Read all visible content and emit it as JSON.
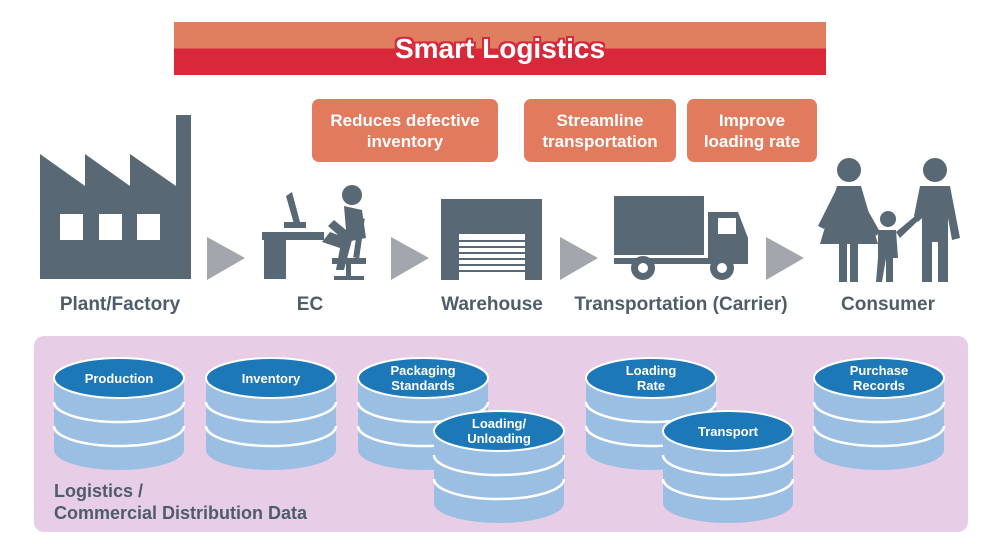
{
  "title": "Smart Logistics",
  "benefits": [
    {
      "text": "Reduces defective\ninventory"
    },
    {
      "text": "Streamline\ntransportation"
    },
    {
      "text": "Improve\nloading rate"
    }
  ],
  "stages": [
    {
      "label": "Plant/Factory",
      "icon": "factory-icon"
    },
    {
      "label": "EC",
      "icon": "person-at-computer-icon"
    },
    {
      "label": "Warehouse",
      "icon": "warehouse-icon"
    },
    {
      "label": "Transportation (Carrier)",
      "icon": "truck-icon"
    },
    {
      "label": "Consumer",
      "icon": "family-icon"
    }
  ],
  "data_panel": {
    "title": "Logistics /\nCommercial Distribution Data",
    "databases": [
      {
        "label": "Production"
      },
      {
        "label": "Inventory"
      },
      {
        "label": "Packaging\nStandards"
      },
      {
        "label": "Loading/\nUnloading"
      },
      {
        "label": "Loading\nRate"
      },
      {
        "label": "Transport"
      },
      {
        "label": "Purchase\nRecords"
      }
    ]
  },
  "colors": {
    "banner_top": "#e07f5f",
    "banner_bottom": "#d8283a",
    "benefit_box": "#e27a5e",
    "icon_gray": "#586874",
    "arrow_gray": "#a3a7ad",
    "panel_bg": "#e7cde6",
    "db_top": "#1d78b8",
    "db_body": "#9bbfe3"
  }
}
